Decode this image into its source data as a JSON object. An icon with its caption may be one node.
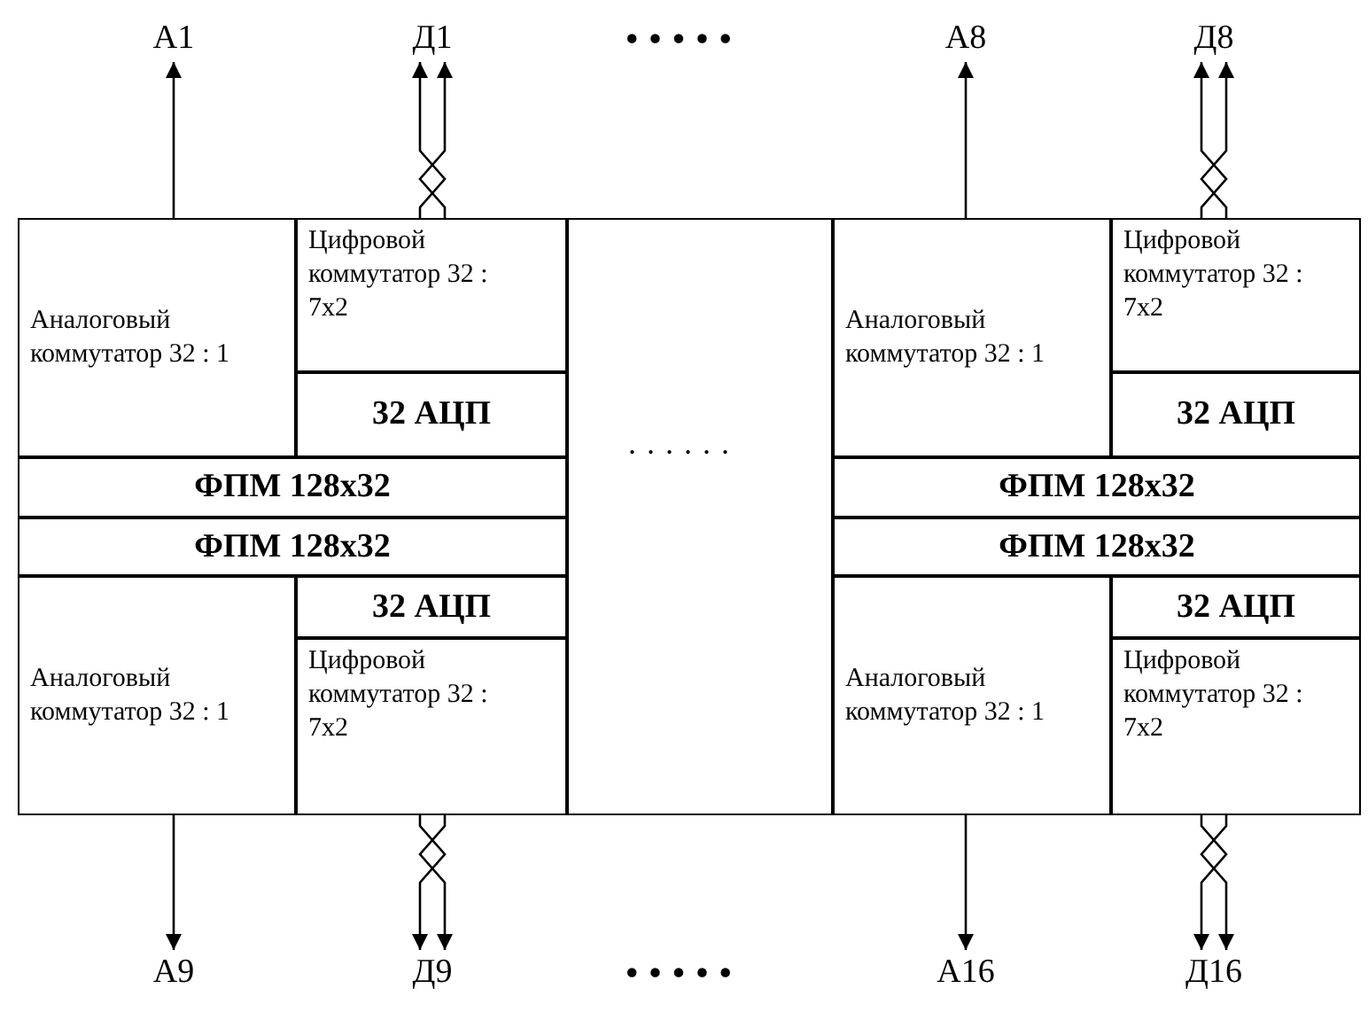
{
  "diagram": {
    "nodes": [
      {
        "text": [
          "А1"
        ]
      },
      {
        "text": [
          "Д1"
        ]
      },
      {
        "text": [
          "А8"
        ]
      },
      {
        "text": [
          "Д8"
        ]
      },
      {
        "text": [
          "Аналоговый коммутатор 32 : 1"
        ]
      },
      {
        "text": [
          "Цифровой коммутатор 32 : 7x2"
        ]
      },
      {
        "text": [
          "32 АЦП"
        ]
      },
      {
        "text": [
          "ФПМ 128x32"
        ]
      },
      {
        "text": [
          "ФПМ 128x32"
        ]
      },
      {
        "text": [
          "32 АЦП"
        ]
      },
      {
        "text": [
          "Аналоговый коммутатор 32 : 1"
        ]
      },
      {
        "text": [
          "Цифровой коммутатор 32 : 7x2"
        ]
      },
      {
        "text": [],
        "shape": "box"
      },
      {
        "text": [
          "Аналоговый коммутатор 32 : 1"
        ]
      },
      {
        "text": [
          "Цифровой коммутатор 32 : 7x2"
        ]
      },
      {
        "text": [
          "32 АЦП"
        ]
      },
      {
        "text": [
          "ФПМ 128x32"
        ]
      },
      {
        "text": [
          "ФПМ 128x32"
        ]
      },
      {
        "text": [
          "32 АЦП"
        ]
      },
      {
        "text": [
          "Аналоговый коммутатор 32 : 1"
        ]
      },
      {
        "text": [
          "Цифровой коммутатор 32 : 7x2"
        ]
      },
      {
        "text": [
          "А9"
        ]
      },
      {
        "text": [
          "Д9"
        ]
      },
      {
        "text": [
          "А16"
        ]
      },
      {
        "text": [
          "Д16"
        ]
      }
    ],
    "edges": [
      {
        "from": 4,
        "to": 0,
        "arrow": "to"
      },
      {
        "from": 5,
        "to": 1,
        "arrow": "to"
      },
      {
        "from": 5,
        "to": 1,
        "arrow": "to"
      },
      {
        "from": 13,
        "to": 2,
        "arrow": "to"
      },
      {
        "from": 14,
        "to": 3,
        "arrow": "to"
      },
      {
        "from": 14,
        "to": 3,
        "arrow": "to"
      },
      {
        "from": 10,
        "to": 21,
        "arrow": "to"
      },
      {
        "from": 11,
        "to": 22,
        "arrow": "to"
      },
      {
        "from": 11,
        "to": 22,
        "arrow": "to"
      },
      {
        "from": 19,
        "to": 23,
        "arrow": "to"
      },
      {
        "from": 20,
        "to": 24,
        "arrow": "to"
      },
      {
        "from": 20,
        "to": 24,
        "arrow": "to"
      }
    ],
    "labels": [
      "• • • • •",
      "· · · · · ·",
      "• • • • •"
    ]
  }
}
